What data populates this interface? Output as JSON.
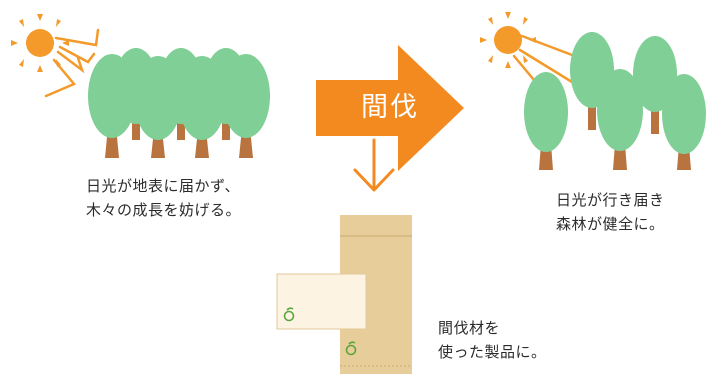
{
  "process": {
    "label": "間伐"
  },
  "captions": {
    "before": {
      "line1": "日光が地表に届かず、",
      "line2": "木々の成長を妨げる。"
    },
    "after": {
      "line1": "日光が行き届き",
      "line2": "森林が健全に。"
    },
    "product": {
      "line1": "間伐材を",
      "line2": "使った製品に。"
    }
  },
  "colors": {
    "sun": "#f39a2b",
    "arrow": "#f38a1f",
    "foliage": "#7fcf96",
    "trunk": "#b8733f",
    "envelope": "#e6cd99",
    "card": "#fdf3e3",
    "mark": "#5aa63c"
  }
}
